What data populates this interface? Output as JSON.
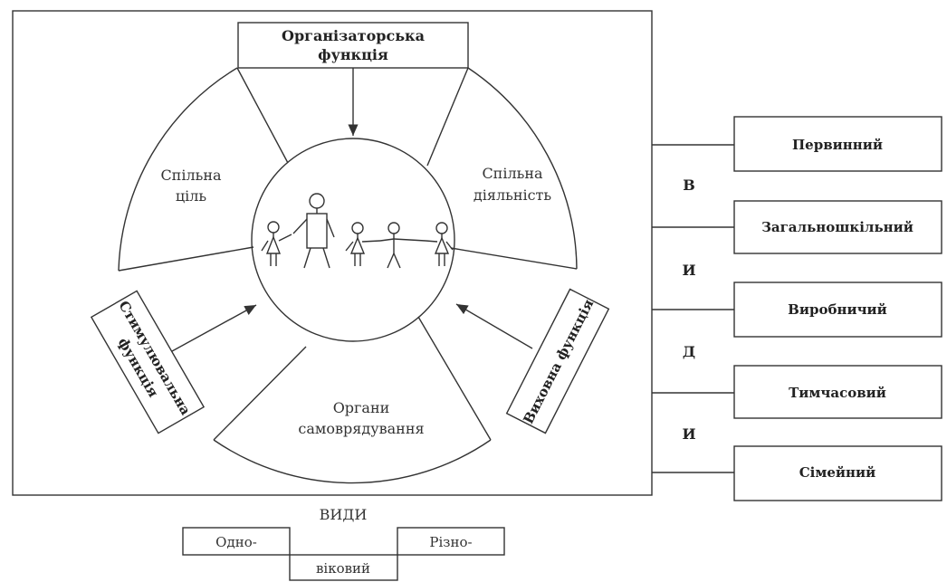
{
  "functions": {
    "organizational": [
      "Організаторська",
      "функція"
    ],
    "stimulating": [
      "Стимулювальна",
      "функція"
    ],
    "educational": "Виховна функція"
  },
  "sectors": {
    "common_goal": [
      "Спільна",
      "ціль"
    ],
    "common_activity": [
      "Спільна",
      "діяльність"
    ],
    "self_government": [
      "Органи",
      "самоврядування"
    ]
  },
  "types_by_membership": [
    "Первинний",
    "Загальношкільний",
    "Виробничий",
    "Тимчасовий",
    "Сімейний"
  ],
  "vertical_word": [
    "В",
    "И",
    "Д",
    "И"
  ],
  "age_types": {
    "title": "ВИДИ",
    "left": "Одно-",
    "right": "Різно-",
    "bottom": "віковий"
  }
}
